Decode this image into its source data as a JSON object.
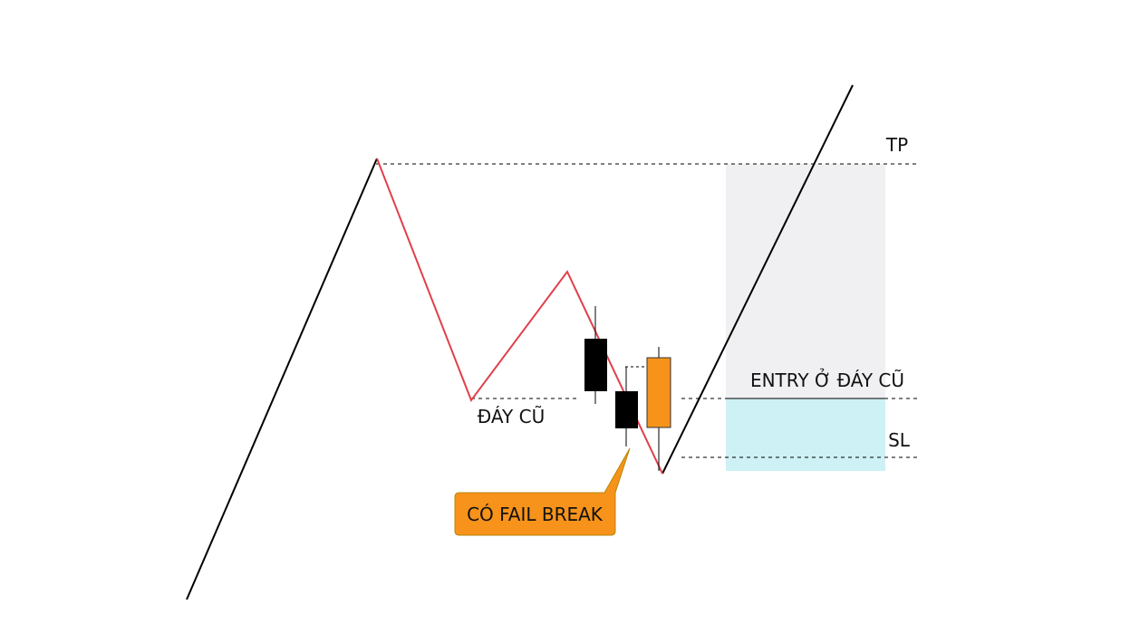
{
  "labels": {
    "tp": "TP",
    "entry": "ENTRY Ở ĐÁY CŨ",
    "sl": "SL",
    "old_bottom": "ĐÁY CŨ",
    "callout": "CÓ FAIL BREAK"
  },
  "colors": {
    "trend_line": "#000000",
    "pattern_line": "#e0404a",
    "bear_candle": "#000000",
    "bull_candle": "#f7931a",
    "callout_fill": "#f7931a",
    "callout_border": "#b8860b",
    "tp_zone": "#f0f0f2",
    "sl_zone": "#cdf1f5",
    "guide_line": "#000000"
  },
  "candles": [
    {
      "name": "bear-candle-1",
      "direction": "down"
    },
    {
      "name": "bear-candle-2",
      "direction": "down"
    },
    {
      "name": "bull-candle",
      "direction": "up"
    }
  ]
}
